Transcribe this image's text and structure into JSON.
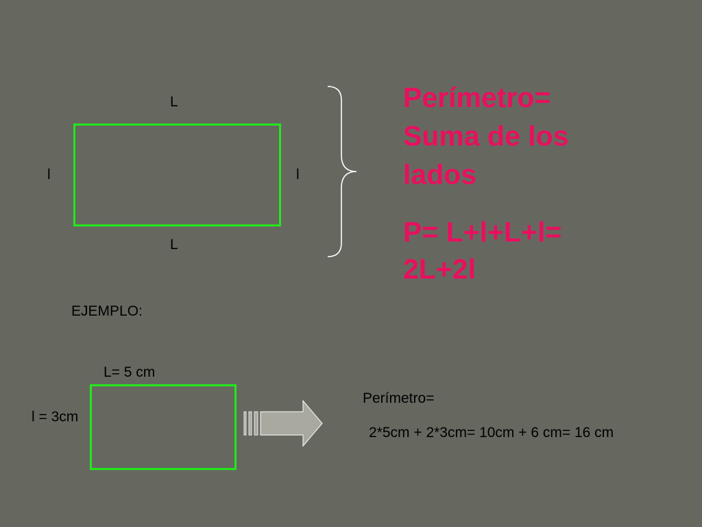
{
  "diagram": {
    "top_side_label": "L",
    "bottom_side_label": "L",
    "left_side_label": "l",
    "right_side_label": "l",
    "outline_color": "#22e81c"
  },
  "definition": {
    "line1": "Perímetro=",
    "line2": "Suma de los",
    "line3": "lados",
    "formula_line1": "P= L+l+L+l=",
    "formula_line2": "2L+2l",
    "color": "#e8105e"
  },
  "example": {
    "heading": "EJEMPLO:",
    "long_side_label": "L= 5 cm",
    "short_side_label": "l = 3cm",
    "result_title": "Perímetro=",
    "result_calculation": "2*5cm + 2*3cm= 10cm + 6 cm= 16 cm"
  },
  "icons": {
    "brace": "right-curly-brace-icon",
    "arrow": "right-arrow-icon"
  },
  "colors": {
    "background": "#666860",
    "text": "#000000"
  }
}
